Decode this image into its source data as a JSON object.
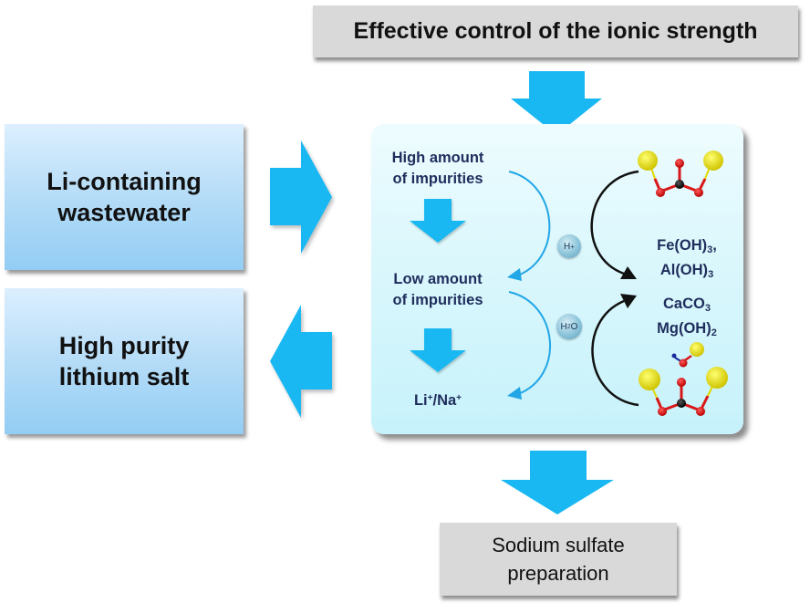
{
  "header": {
    "title": "Effective control of the ionic strength"
  },
  "left_boxes": {
    "input": {
      "line1": "Li-containing",
      "line2": "wastewater"
    },
    "output": {
      "line1": "High purity",
      "line2": "lithium salt"
    }
  },
  "center_panel": {
    "stages": [
      {
        "line1": "High amount",
        "line2": "of impurities"
      },
      {
        "line1": "Low amount",
        "line2": "of impurities"
      }
    ],
    "final_stage": {
      "ion1": "Li",
      "ion1_charge": "+",
      "separator": "/",
      "ion2": "Na",
      "ion2_charge": "+"
    },
    "bubbles": [
      {
        "symbol": "H",
        "charge": "+"
      },
      {
        "symbol_main": "H",
        "subscript": "2",
        "symbol_tail": "O"
      }
    ],
    "precipitates": {
      "group1": [
        {
          "base": "Fe(OH)",
          "sub": "3",
          "suffix": ","
        },
        {
          "base": "Al(OH)",
          "sub": "3",
          "suffix": ""
        }
      ],
      "group2": [
        {
          "base": "CaCO",
          "sub": "3",
          "suffix": ""
        },
        {
          "base": "Mg(OH)",
          "sub": "2",
          "suffix": ""
        }
      ]
    },
    "molecule_icons": [
      "carbonate-molecule-icon",
      "carbonate-hydroxide-molecule-icon"
    ]
  },
  "footer": {
    "line1": "Sodium sulfate",
    "line2": "preparation"
  },
  "colors": {
    "arrow_blue": "#1ab8f2",
    "curve_blue": "#22a6e6",
    "navy_text": "#1f2d5c",
    "gray_box": "#d9d9d9",
    "panel_bg": "#d4f5fb",
    "atom_yellow": "#e6e020",
    "atom_red": "#d81818",
    "atom_black": "#111111"
  }
}
